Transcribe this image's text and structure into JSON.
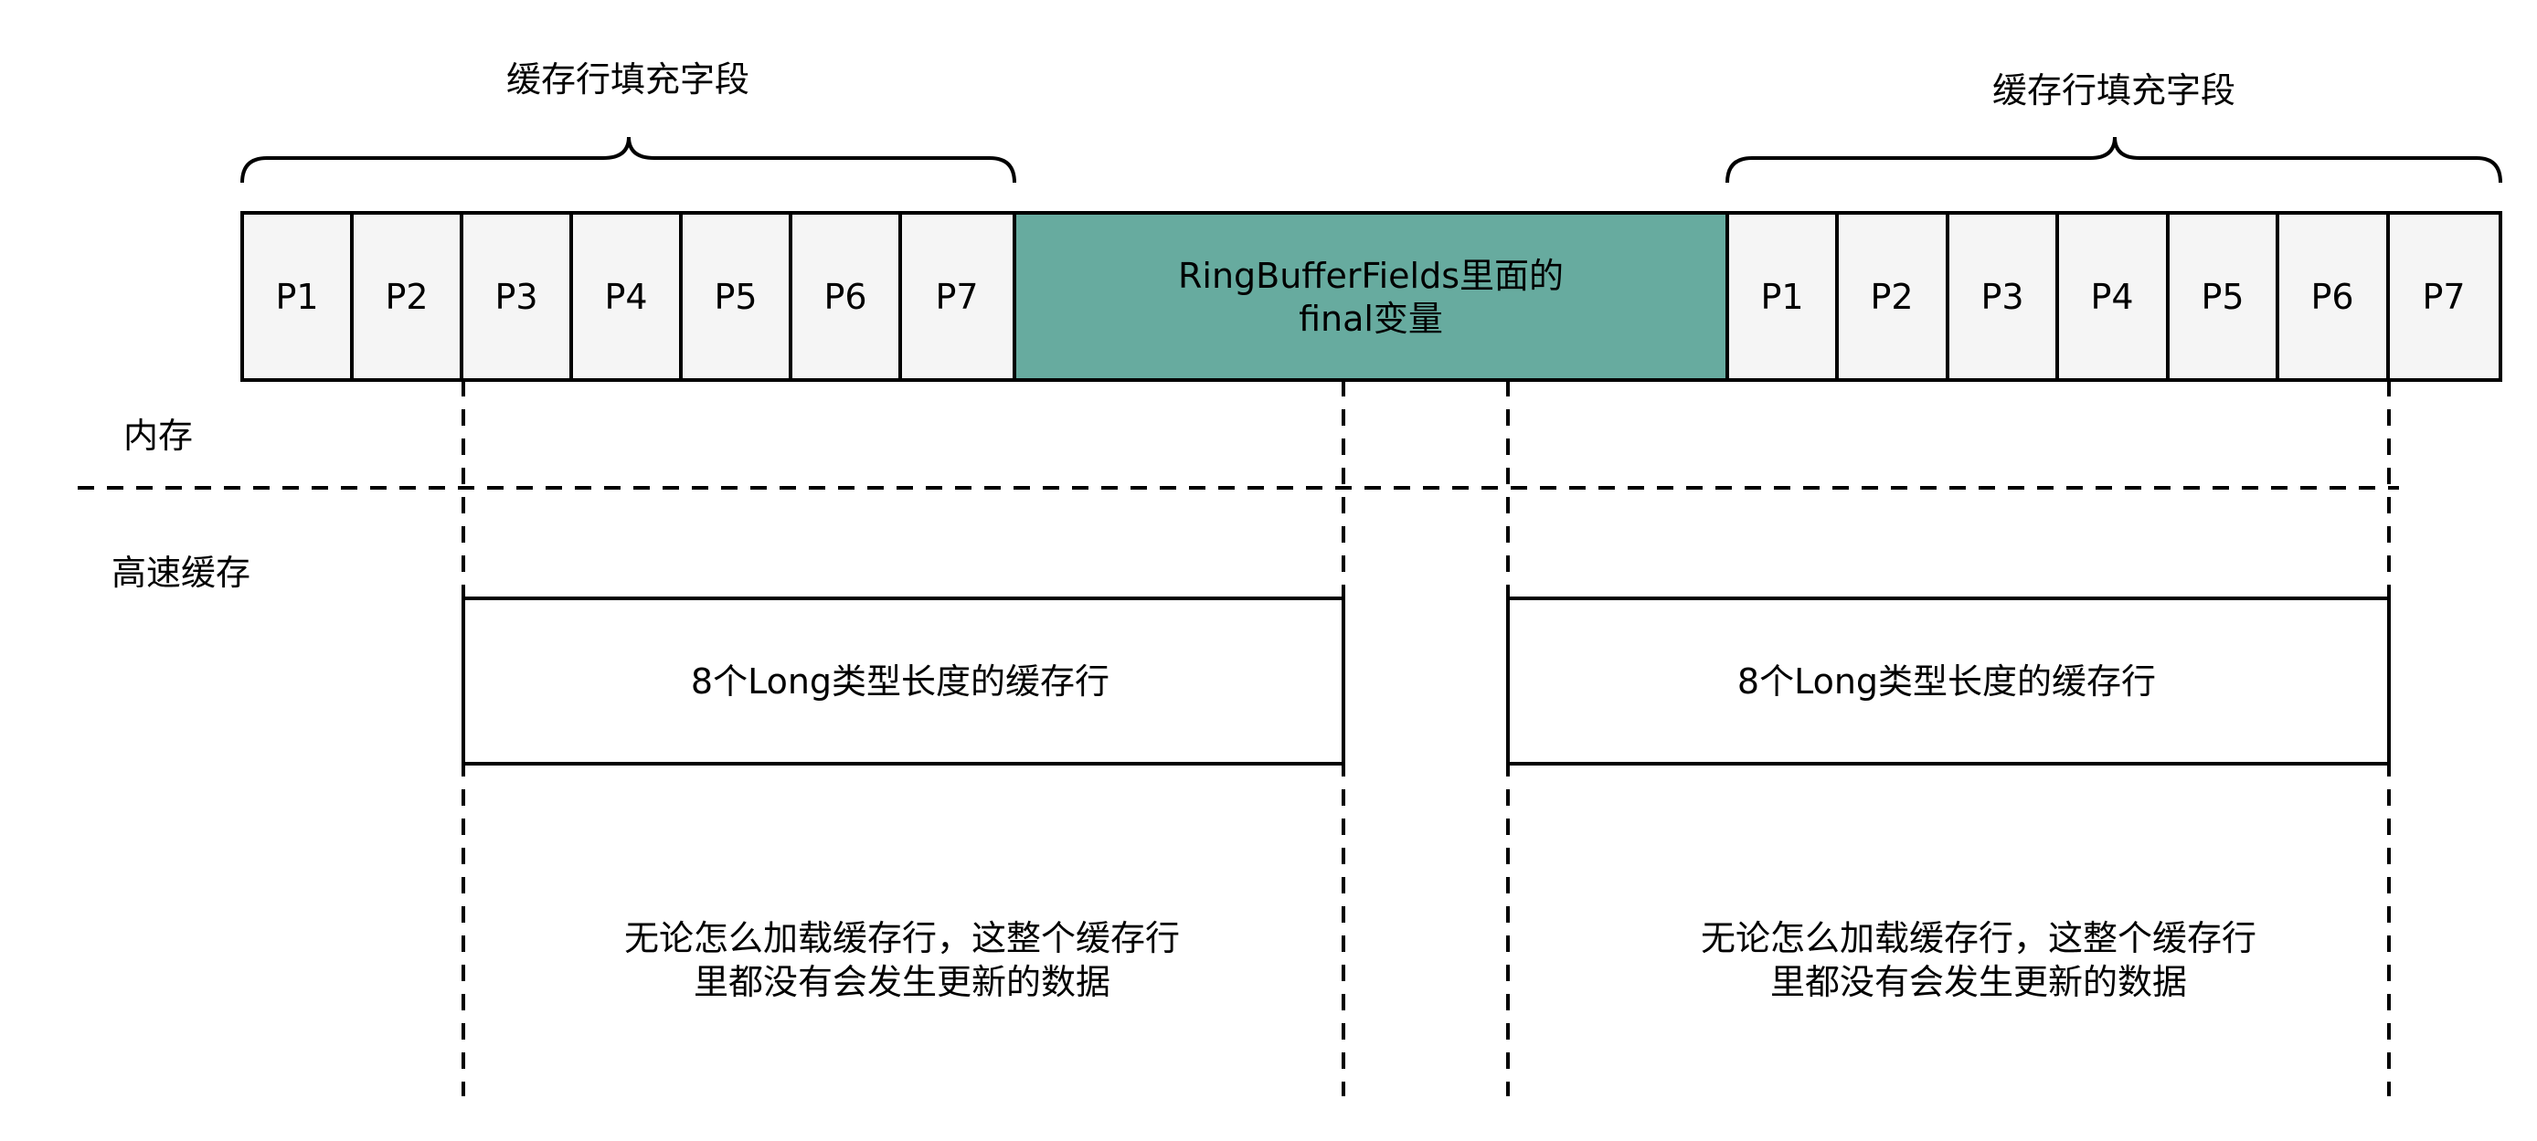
{
  "brace_labels": {
    "left": "缓存行填充字段",
    "right": "缓存行填充字段"
  },
  "left_padding_cells": [
    "P1",
    "P2",
    "P3",
    "P4",
    "P5",
    "P6",
    "P7"
  ],
  "right_padding_cells": [
    "P1",
    "P2",
    "P3",
    "P4",
    "P5",
    "P6",
    "P7"
  ],
  "center_block": {
    "line1": "RingBufferFields里面的",
    "line2": "final变量"
  },
  "section_labels": {
    "memory": "内存",
    "cache": "高速缓存"
  },
  "cache_lines": {
    "left": "8个Long类型长度的缓存行",
    "right": "8个Long类型长度的缓存行"
  },
  "notes": {
    "left": {
      "line1": "无论怎么加载缓存行，这整个缓存行",
      "line2": "里都没有会发生更新的数据"
    },
    "right": {
      "line1": "无论怎么加载缓存行，这整个缓存行",
      "line2": "里都没有会发生更新的数据"
    }
  },
  "colors": {
    "cell_fill": "#f5f5f5",
    "center_fill": "#67ab9f",
    "stroke": "#000000"
  }
}
